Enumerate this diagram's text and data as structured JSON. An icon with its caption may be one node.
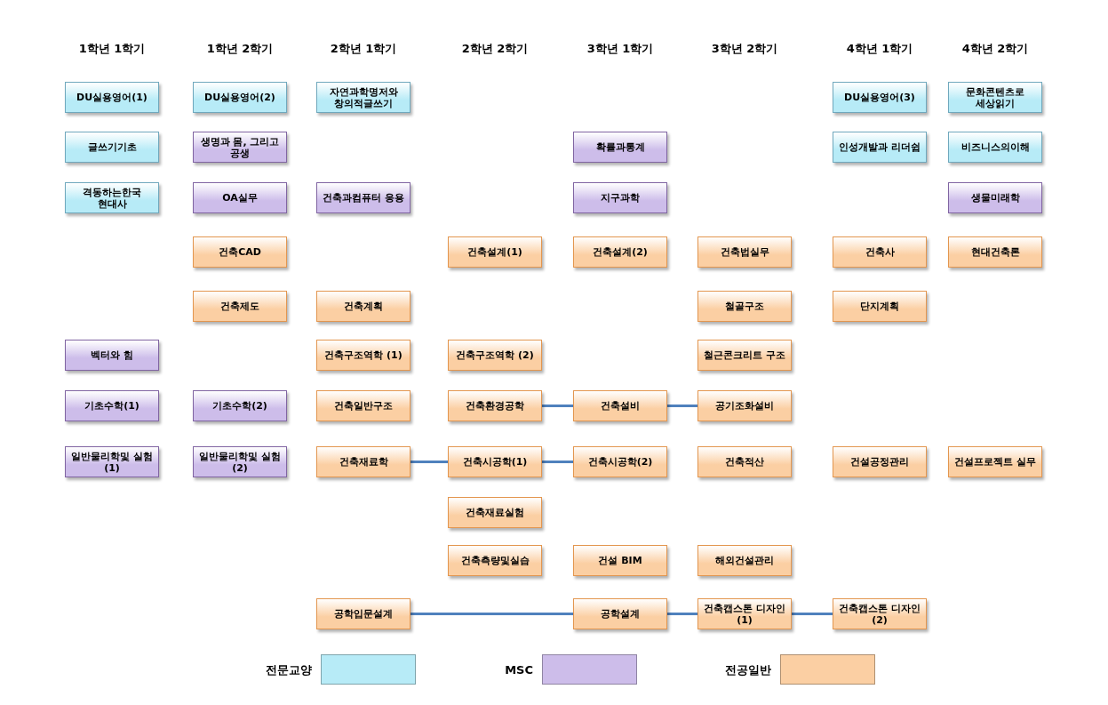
{
  "diagram": {
    "nodes": [
      {
        "text": [
          "DU실용영어(1)"
        ]
      },
      {
        "text": [
          "DU실용영어(2)"
        ]
      },
      {
        "text": [
          "자연과학명저와 창의적글쓰기"
        ]
      },
      {
        "text": [
          "DU실용영어(3)"
        ]
      },
      {
        "text": [
          "문화콘텐츠로 세상읽기"
        ]
      },
      {
        "text": [
          "글쓰기기초"
        ]
      },
      {
        "text": [
          "생명과 몸, 그리고 공생"
        ]
      },
      {
        "text": [
          "확률과통계"
        ]
      },
      {
        "text": [
          "인성개발과 리더쉽"
        ]
      },
      {
        "text": [
          "비즈니스의이해"
        ]
      },
      {
        "text": [
          "격동하는한국 현대사"
        ]
      },
      {
        "text": [
          "OA실무"
        ]
      },
      {
        "text": [
          "건축과컴퓨터 응용"
        ]
      },
      {
        "text": [
          "지구과학"
        ]
      },
      {
        "text": [
          "생물미래학"
        ]
      },
      {
        "text": [
          "건축CAD"
        ]
      },
      {
        "text": [
          "건축설계(1)"
        ]
      },
      {
        "text": [
          "건축설계(2)"
        ]
      },
      {
        "text": [
          "건축법실무"
        ]
      },
      {
        "text": [
          "건축사"
        ]
      },
      {
        "text": [
          "현대건축론"
        ]
      },
      {
        "text": [
          "건축제도"
        ]
      },
      {
        "text": [
          "건축계획"
        ]
      },
      {
        "text": [
          "철골구조"
        ]
      },
      {
        "text": [
          "단지계획"
        ]
      },
      {
        "text": [
          "벡터와 힘"
        ]
      },
      {
        "text": [
          "건축구조역학 (1)"
        ]
      },
      {
        "text": [
          "건축구조역학 (2)"
        ]
      },
      {
        "text": [
          "철근콘크리트 구조"
        ]
      },
      {
        "text": [
          "기초수학(1)"
        ]
      },
      {
        "text": [
          "기초수학(2)"
        ]
      },
      {
        "text": [
          "건축일반구조"
        ]
      },
      {
        "text": [
          "건축환경공학"
        ]
      },
      {
        "text": [
          "건축설비"
        ]
      },
      {
        "text": [
          "공기조화설비"
        ]
      },
      {
        "text": [
          "일반물리학및 실험(1)"
        ]
      },
      {
        "text": [
          "일반물리학및 실험(2)"
        ]
      },
      {
        "text": [
          "건축재료학"
        ]
      },
      {
        "text": [
          "건축시공학(1)"
        ]
      },
      {
        "text": [
          "건축시공학(2)"
        ]
      },
      {
        "text": [
          "건축적산"
        ]
      },
      {
        "text": [
          "건설공정관리"
        ]
      },
      {
        "text": [
          "건설프로젝트 실무"
        ]
      },
      {
        "text": [
          "건축재료실험"
        ]
      },
      {
        "text": [
          "건축측량및실습"
        ]
      },
      {
        "text": [
          "건설 BIM"
        ]
      },
      {
        "text": [
          "해외건설관리"
        ]
      },
      {
        "text": [
          "공학입문설계"
        ]
      },
      {
        "text": [
          "공학설계"
        ]
      },
      {
        "text": [
          "건축캡스톤 디자인(1)"
        ]
      },
      {
        "text": [
          "건축캡스톤 디자인(2)"
        ]
      }
    ],
    "edges": [
      {
        "from": 32,
        "to": 33,
        "arrow": "none"
      },
      {
        "from": 33,
        "to": 34,
        "arrow": "none"
      },
      {
        "from": 37,
        "to": 38,
        "arrow": "none"
      },
      {
        "from": 38,
        "to": 39,
        "arrow": "none"
      },
      {
        "from": 47,
        "to": 48,
        "arrow": "none"
      },
      {
        "from": 48,
        "to": 49,
        "arrow": "none"
      },
      {
        "from": 49,
        "to": 50,
        "arrow": "none"
      }
    ],
    "labels": [
      "1학년 1학기",
      "1학년 2학기",
      "2학년 1학기",
      "2학년 2학기",
      "3학년 1학기",
      "3학년 2학기",
      "4학년 1학기",
      "4학년 2학기"
    ],
    "legend": [
      {
        "text": "전문교양",
        "color": "#b7ebf7"
      },
      {
        "text": "MSC",
        "color": "#cdbdea"
      },
      {
        "text": "전공일반",
        "color": "#fbcfa3"
      }
    ]
  }
}
